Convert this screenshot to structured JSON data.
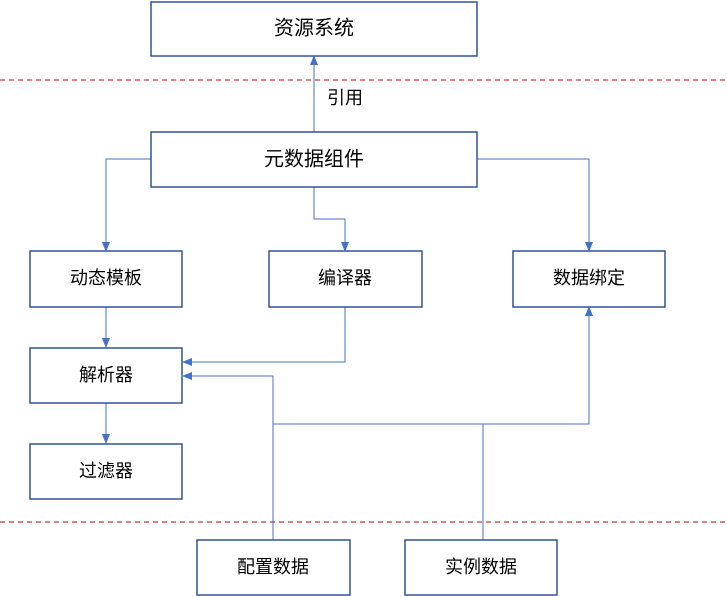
{
  "nodes": {
    "resource_system": "资源系统",
    "metadata_component": "元数据组件",
    "dynamic_template": "动态模板",
    "compiler": "编译器",
    "data_binding": "数据绑定",
    "parser": "解析器",
    "filter": "过滤器",
    "config_data": "配置数据",
    "instance_data": "实例数据"
  },
  "edge_labels": {
    "reference": "引用"
  },
  "colors": {
    "connector": "#4472C4",
    "box_border": "#2F5597",
    "divider": "#C00000"
  }
}
